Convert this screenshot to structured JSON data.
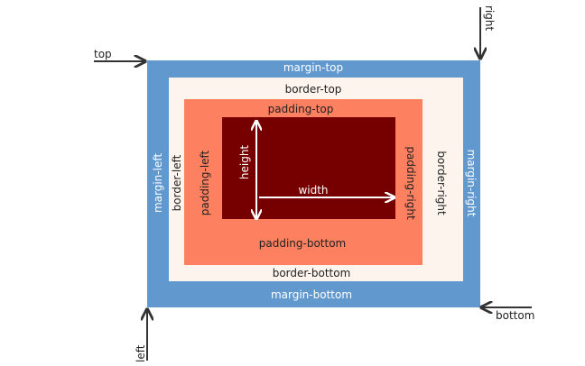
{
  "diagram": {
    "pointers": {
      "top": "top",
      "right": "right",
      "bottom": "bottom",
      "left": "left"
    },
    "margin": {
      "top": "margin-top",
      "bottom": "margin-bottom",
      "left": "margin-left",
      "right": "margin-right"
    },
    "border": {
      "top": "border-top",
      "bottom": "border-bottom",
      "left": "border-left",
      "right": "border-right"
    },
    "padding": {
      "top": "padding-top",
      "bottom": "padding-bottom",
      "left": "padding-left",
      "right": "padding-right"
    },
    "content": {
      "width": "width",
      "height": "height"
    },
    "colors": {
      "margin": "#6199cf",
      "border": "#fdf4ee",
      "padding": "#fd8060",
      "content": "#760000",
      "arrow_dark": "#333333",
      "arrow_light": "#ffffff"
    }
  }
}
